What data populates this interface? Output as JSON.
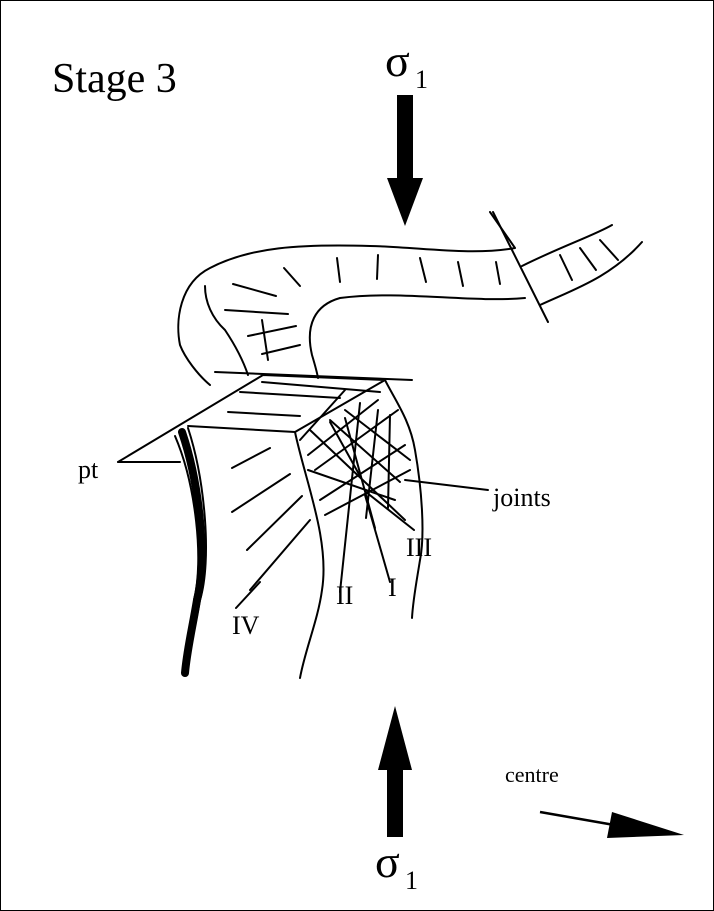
{
  "stage_label": "Stage 3",
  "sigma_top": {
    "symbol": "σ",
    "subscript": "1"
  },
  "sigma_bottom": {
    "symbol": "σ",
    "subscript": "1"
  },
  "labels": {
    "pt": "pt",
    "joints": "joints",
    "iv": "IV",
    "iii": "III",
    "ii": "II",
    "i": "I",
    "centre": "centre"
  }
}
